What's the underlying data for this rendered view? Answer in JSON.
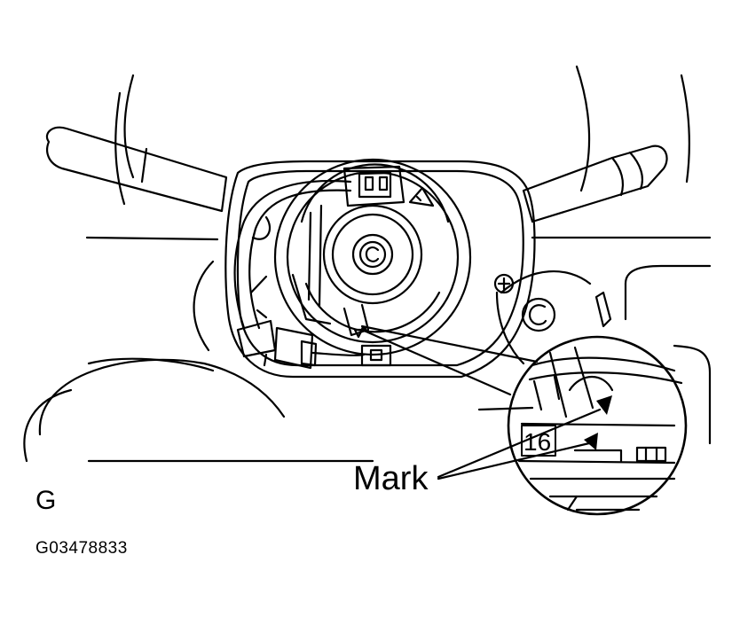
{
  "figure": {
    "panel_letter": "G",
    "figure_code": "G03478833",
    "callout_label": "Mark",
    "detail_number": "16"
  },
  "colors": {
    "ink": "#000000",
    "paper": "#ffffff"
  },
  "icons": [
    "steering-column-illustration",
    "spiral-cable-clock-spring",
    "magnified-detail-circle",
    "alignment-arrow-mark"
  ]
}
